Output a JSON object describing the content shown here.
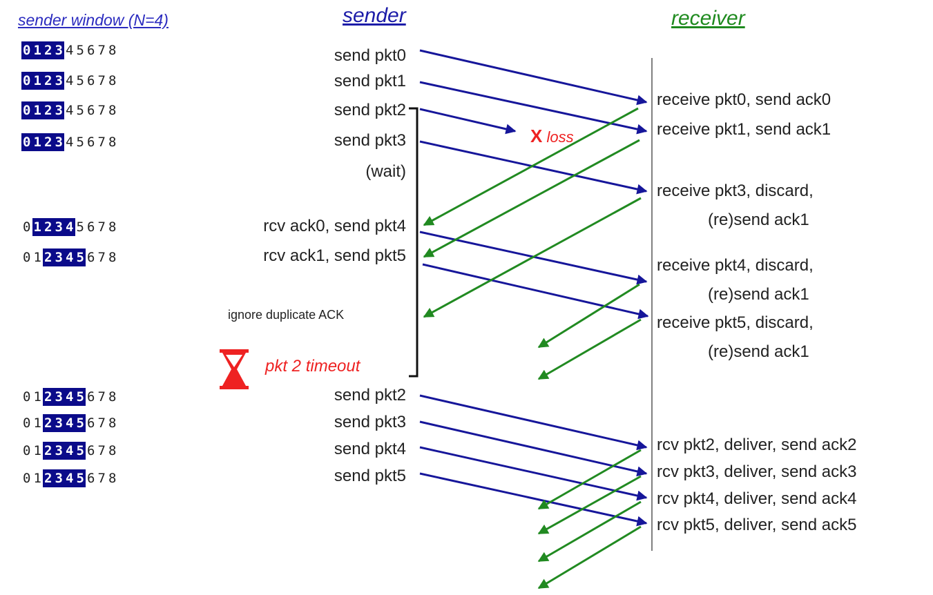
{
  "headers": {
    "window": "sender window (N=4)",
    "sender": "sender",
    "receiver": "receiver"
  },
  "window_digits": [
    "0",
    "1",
    "2",
    "3",
    "4",
    "5",
    "6",
    "7",
    "8"
  ],
  "window_rows": [
    {
      "start": 0,
      "size": 4
    },
    {
      "start": 0,
      "size": 4
    },
    {
      "start": 0,
      "size": 4
    },
    {
      "start": 0,
      "size": 4
    },
    {
      "start": 1,
      "size": 4
    },
    {
      "start": 2,
      "size": 4
    },
    {
      "start": 2,
      "size": 4
    },
    {
      "start": 2,
      "size": 4
    },
    {
      "start": 2,
      "size": 4
    },
    {
      "start": 2,
      "size": 4
    }
  ],
  "sender_events": [
    "send  pkt0",
    "send  pkt1",
    "send  pkt2",
    "send  pkt3",
    "(wait)",
    "rcv ack0, send pkt4",
    "rcv ack1, send pkt5",
    "send  pkt2",
    "send  pkt3",
    "send  pkt4",
    "send  pkt5"
  ],
  "receiver_events": [
    "receive pkt0, send ack0",
    "receive pkt1, send ack1",
    "receive pkt3, discard,",
    "(re)send ack1",
    "receive pkt4, discard,",
    "(re)send ack1",
    "receive pkt5, discard,",
    "(re)send ack1",
    "rcv pkt2, deliver, send ack2",
    "rcv pkt3, deliver, send ack3",
    "rcv pkt4, deliver, send ack4",
    "rcv pkt5, deliver, send ack5"
  ],
  "annotations": {
    "loss_mark": "X",
    "loss": "loss",
    "ignore": "ignore duplicate ACK",
    "timeout": "pkt 2 timeout"
  },
  "colors": {
    "packet_arrow": "#16169a",
    "ack_arrow": "#218a21",
    "window_highlight": "#0b0b8a",
    "alert": "#ee2222"
  }
}
